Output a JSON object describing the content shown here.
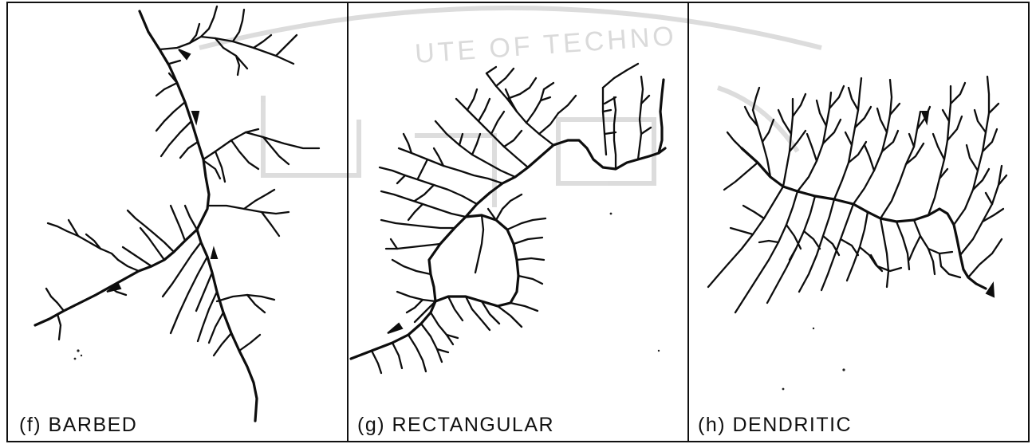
{
  "panels": [
    {
      "id": "f",
      "caption": "(f) BARBED"
    },
    {
      "id": "g",
      "caption": "(g) RECTANGULAR"
    },
    {
      "id": "h",
      "caption": "(h) DENDRITIC"
    }
  ],
  "watermark": {
    "text": "UTE OF TECHNO"
  },
  "colors": {
    "ink": "#0d0d0d",
    "background": "#ffffff",
    "watermark": "#d9d9d9"
  }
}
